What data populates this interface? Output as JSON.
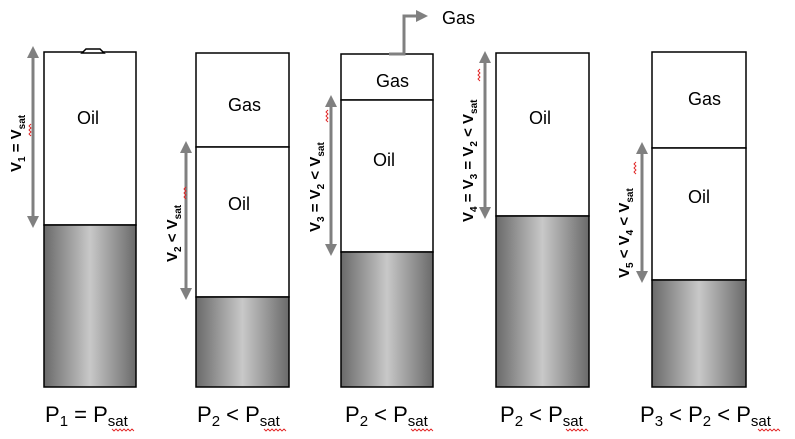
{
  "fluids": {
    "oil": "Oil",
    "gas": "Gas"
  },
  "gas_outlet_label": "Gas",
  "cells": [
    {
      "volume_label": {
        "v": "V",
        "sub1": "1",
        "rel": " = V",
        "sub2": "sat",
        "rest": ""
      },
      "pressure_label": {
        "p1": "P",
        "s1": "1",
        "op": " = P",
        "s2": "sat",
        "op2": "",
        "s3": ""
      }
    },
    {
      "volume_label": {
        "v": "V",
        "sub1": "2",
        "rel": " < V",
        "sub2": "sat",
        "rest": ""
      },
      "pressure_label": {
        "p1": "P",
        "s1": "2",
        "op": " < P",
        "s2": "sat",
        "op2": "",
        "s3": ""
      }
    },
    {
      "volume_label": {
        "v": "V",
        "sub1": "3",
        "rel": " = V",
        "sub2": "2",
        "rest": " < V",
        "sub3": "sat"
      },
      "pressure_label": {
        "p1": "P",
        "s1": "2",
        "op": " < P",
        "s2": "sat",
        "op2": "",
        "s3": ""
      }
    },
    {
      "volume_label": {
        "v": "V",
        "sub1": "4",
        "rel": " = V",
        "sub2": "3",
        "rest": " = V",
        "sub3": "2",
        "rest2": " < V",
        "sub4": "sat"
      },
      "pressure_label": {
        "p1": "P",
        "s1": "2",
        "op": " < P",
        "s2": "sat",
        "op2": "",
        "s3": ""
      }
    },
    {
      "volume_label": {
        "v": "V",
        "sub1": "5",
        "rel": " < V",
        "sub2": "4",
        "rest": " < V",
        "sub3": "sat"
      },
      "pressure_label": {
        "p1": "P",
        "s1": "3",
        "op": " < P",
        "s2": "2",
        "op2": " < P",
        "s3": "sat"
      }
    }
  ],
  "colors": {
    "piston_light": "#c8c8c8",
    "piston_dark": "#6a6a6a",
    "arrow": "#808080",
    "outline": "#000000"
  }
}
